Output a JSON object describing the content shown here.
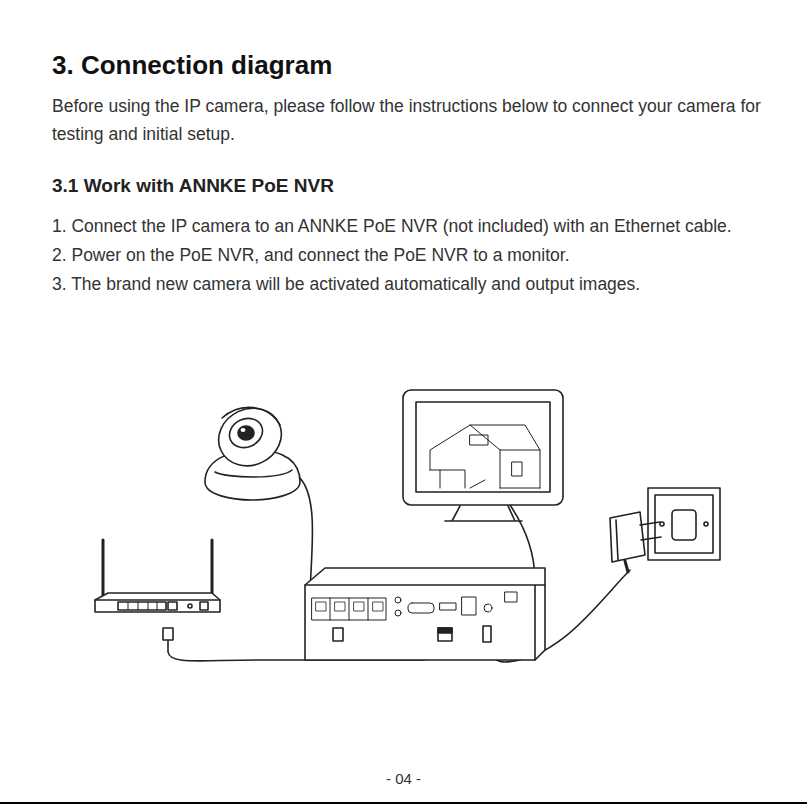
{
  "diagram": {
    "title": "3. Connection diagram",
    "labels": [
      "Before using the IP camera, please follow the instructions below to connect your camera for testing and initial setup.",
      "3.1 Work with ANNKE PoE NVR",
      "1. Connect the IP camera to an ANNKE PoE NVR (not included) with an Ethernet cable.",
      "2. Power on the PoE NVR, and connect the PoE NVR to a monitor.",
      "3. The brand new camera will be activated automatically and output images.",
      "- 04 -"
    ]
  }
}
